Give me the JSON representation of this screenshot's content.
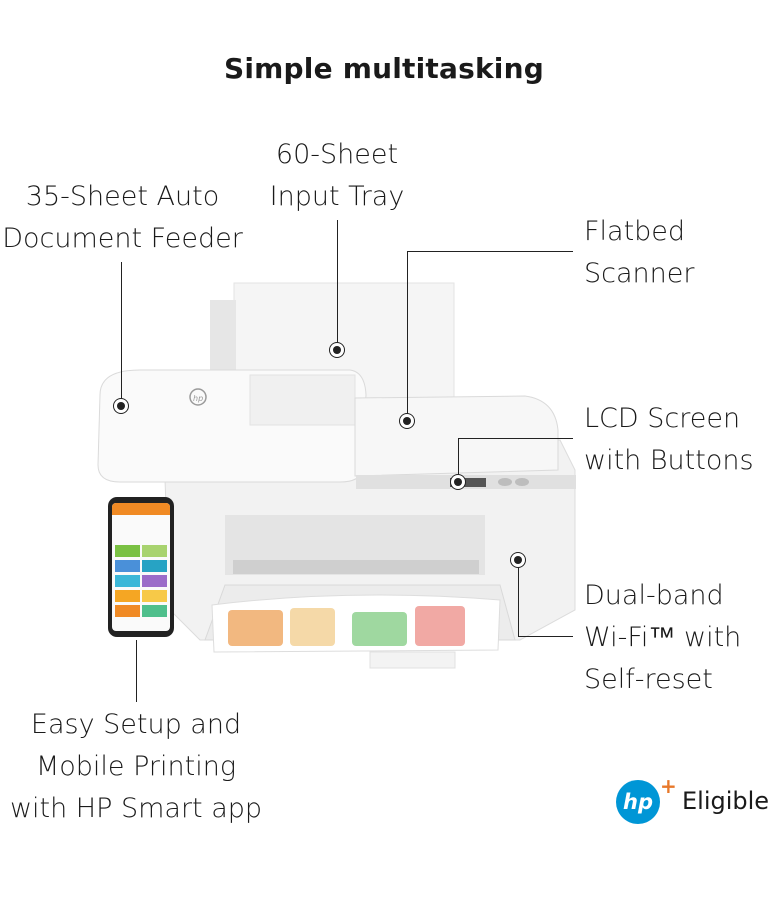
{
  "title": "Simple multitasking",
  "callouts": {
    "adf": [
      "35-Sheet Auto",
      "Document Feeder"
    ],
    "input_tray": [
      "60-Sheet",
      "Input Tray"
    ],
    "flatbed": [
      "Flatbed",
      "Scanner"
    ],
    "lcd": [
      "LCD Screen",
      "with Buttons"
    ],
    "wifi": [
      "Dual-band",
      "Wi-Fi™ with",
      "Self-reset"
    ],
    "mobile": [
      "Easy Setup and",
      "Mobile Printing",
      "with HP Smart app"
    ]
  },
  "badge": {
    "logo": "hp",
    "plus": "+",
    "text": "Eligible"
  },
  "colors": {
    "hp_blue": "#0096d6",
    "hp_plus_orange": "#e8782a",
    "app_orange": "#f08a24"
  }
}
